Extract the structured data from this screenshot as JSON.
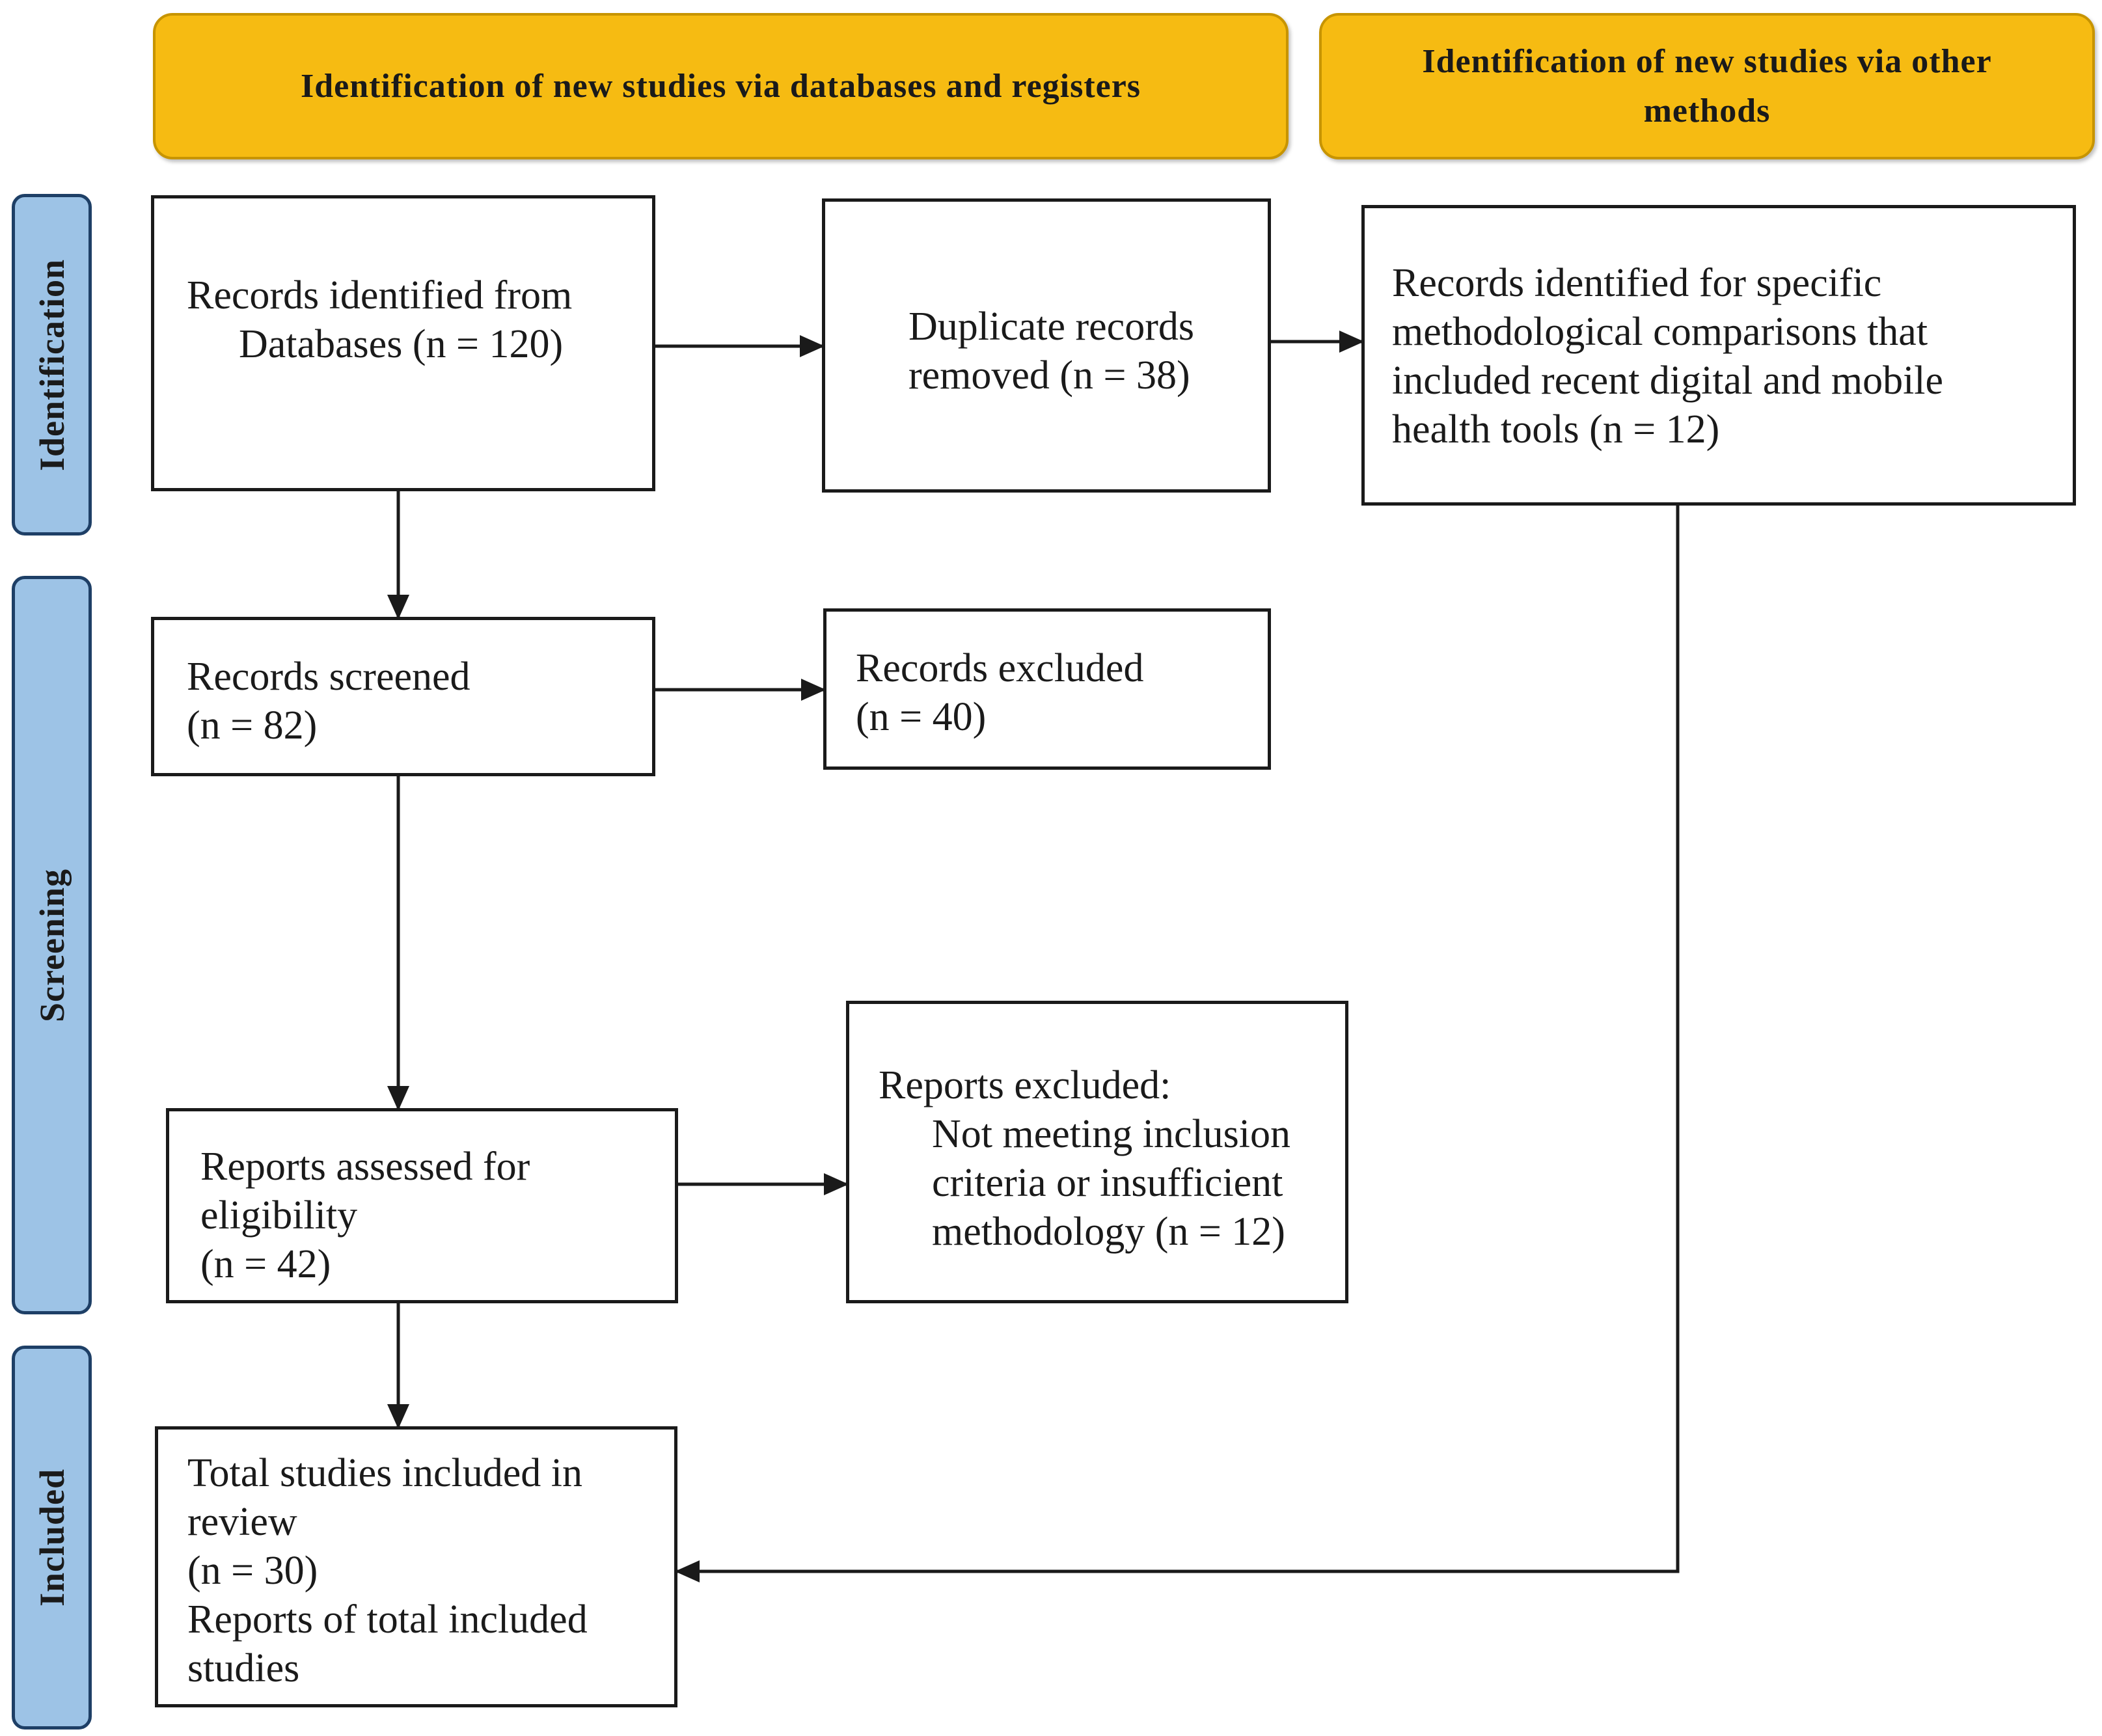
{
  "headers": {
    "databases": "Identification of new studies via databases and registers",
    "other_line1": "Identification of new studies via other",
    "other_line2": "methods"
  },
  "phases": {
    "identification": "Identification",
    "screening": "Screening",
    "included": "Included"
  },
  "boxes": {
    "records_identified": [
      "Records identified from",
      "Databases (n = 120)"
    ],
    "duplicates_removed": [
      "Duplicate records",
      "removed (n = 38)"
    ],
    "other_methods": [
      "Records identified for specific",
      "methodological comparisons that",
      "included recent digital and mobile",
      "health tools (n = 12)"
    ],
    "records_screened": [
      "Records screened",
      "(n = 82)"
    ],
    "records_excluded": [
      "Records excluded",
      "(n = 40)"
    ],
    "reports_assessed": [
      "Reports assessed for",
      "eligibility",
      "(n = 42)"
    ],
    "reports_excluded": [
      "Reports excluded:",
      "Not meeting inclusion",
      "criteria or insufficient",
      "methodology (n = 12)"
    ],
    "total_included": [
      "Total studies included in",
      "review",
      "(n = 30)",
      "Reports of total included",
      "studies"
    ]
  },
  "colors": {
    "header_fill": "#f6bb12",
    "header_border": "#c79400",
    "phase_fill": "#9dc3e6",
    "phase_border": "#1e3f66",
    "line": "#1a1a1a"
  }
}
